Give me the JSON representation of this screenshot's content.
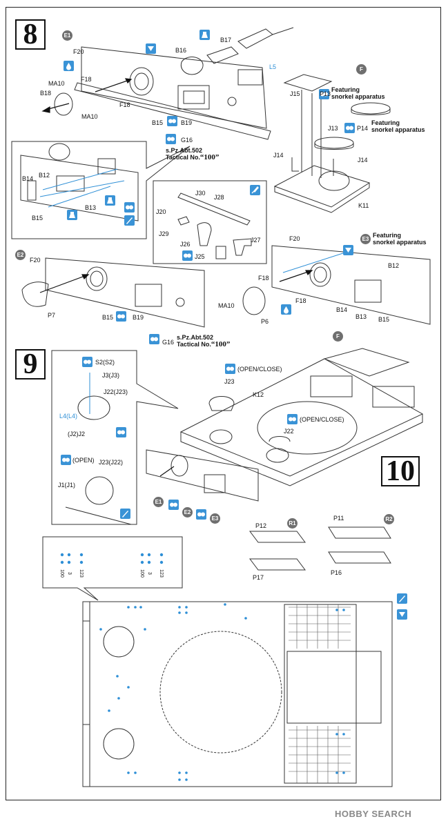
{
  "steps": {
    "s8": "8",
    "s9": "9",
    "s10": "10"
  },
  "subassemblies": {
    "E1": "E1",
    "E2": "E2",
    "E3": "E3",
    "F": "F",
    "R1": "R1",
    "R2": "R2"
  },
  "step8": {
    "top": {
      "F20": "F20",
      "B16": "B16",
      "B17": "B17",
      "L5": "L5",
      "F18": "F18",
      "MA10": "MA10",
      "B18": "B18",
      "B15": "B15",
      "B19": "B19",
      "G16": "G16",
      "tactical_line1": "s.Pz.Abt.502",
      "tactical_line2": "Tactical No.",
      "tactical_num": "“100”"
    },
    "snorkel": {
      "J15": "J15",
      "P13": "P13",
      "J13": "J13",
      "P14": "P14",
      "J14a": "J14",
      "J14b": "J14",
      "K11": "K11",
      "featuring1": "Featuring",
      "snorkel1": "snorkel apparatus",
      "featuring2": "Featuring",
      "snorkel2": "snorkel apparatus"
    },
    "callout": {
      "B14": "B14",
      "B12": "B12",
      "B13": "B13",
      "B15": "B15"
    },
    "mg": {
      "J30": "J30",
      "J28": "J28",
      "J20": "J20",
      "J29": "J29",
      "J26": "J26",
      "J25": "J25",
      "J27": "J27"
    },
    "e2": {
      "F20": "F20",
      "P7": "P7",
      "B15": "B15",
      "B19": "B19",
      "G16": "G16",
      "tactical_line1": "s.Pz.Abt.502",
      "tactical_line2": "Tactical No.",
      "tactical_num": "“100”"
    },
    "e3": {
      "F20": "F20",
      "B12": "B12",
      "F18": "F18",
      "MA10": "MA10",
      "P6": "P6",
      "B14": "B14",
      "B13": "B13",
      "B15": "B15",
      "featuring": "Featuring",
      "snorkel": "snorkel apparatus"
    }
  },
  "step9": {
    "S2": "S2(S2)",
    "J3": "J3(J3)",
    "J22": "J22(J23)",
    "L4": "L4(L4)",
    "J2": "(J2)J2",
    "open": "(OPEN)",
    "J23": "J23(J22)",
    "J1": "J1(J1)",
    "J23b": "J23",
    "J22b": "J22",
    "K12": "K12",
    "openclose1": "(OPEN/CLOSE)",
    "openclose2": "(OPEN/CLOSE)"
  },
  "step10": {
    "P12": "P12",
    "P17": "P17",
    "P11": "P11",
    "P16": "P16"
  },
  "marks": {
    "m1": "100",
    "m2": "3",
    "m3": "123"
  },
  "watermark": "HOBBY SEARCH",
  "colors": {
    "accent": "#3a93d6",
    "line": "#222222",
    "grey": "#6f6f6f"
  }
}
